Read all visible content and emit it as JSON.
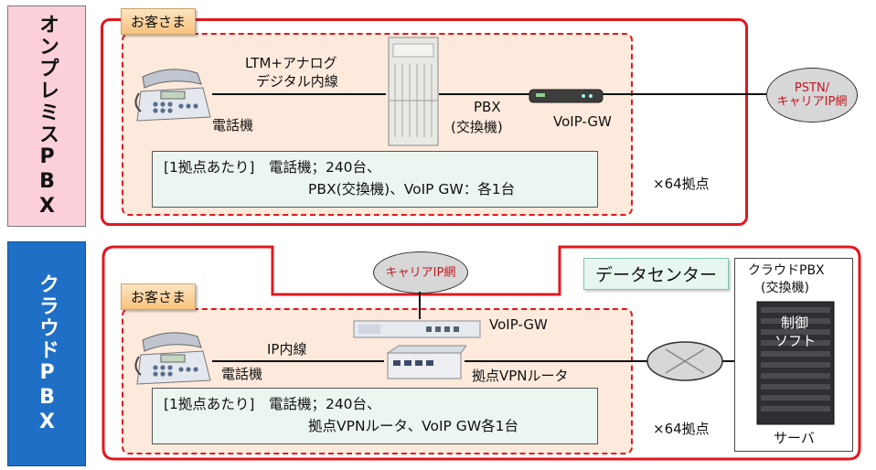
{
  "onprem": {
    "side_label": "オンプレミスPBX",
    "customer_tag": "お客さま",
    "line_label_1": "LTM+アナログ",
    "line_label_2": "デジタル内線",
    "phone_label": "電話機",
    "pbx_label_1": "PBX",
    "pbx_label_2": "(交換機)",
    "voip_gw_label": "VoIP-GW",
    "network_label_1": "PSTN/",
    "network_label_2": "キャリアIP網",
    "info_line_1": "[1拠点あたり]　電話機；240台、",
    "info_line_2": "PBX(交換機)、VoIP GW：各1台",
    "sites": "×64拠点"
  },
  "cloud": {
    "side_label": "クラウドPBX",
    "customer_tag": "お客さま",
    "carrier_label": "キャリアIP網",
    "voip_gw_label": "VoIP-GW",
    "line_label": "IP内線",
    "phone_label": "電話機",
    "router_label": "拠点VPNルータ",
    "datacenter_label": "データセンター",
    "cloud_pbx_label_1": "クラウドPBX",
    "cloud_pbx_label_2": "(交換機)",
    "server_label_1": "制御",
    "server_label_2": "ソフト",
    "server_caption": "サーバ",
    "info_line_1": "[1拠点あたり]　電話機；240台、",
    "info_line_2": "拠点VPNルータ、VoIP GW各1台",
    "sites": "×64拠点"
  }
}
